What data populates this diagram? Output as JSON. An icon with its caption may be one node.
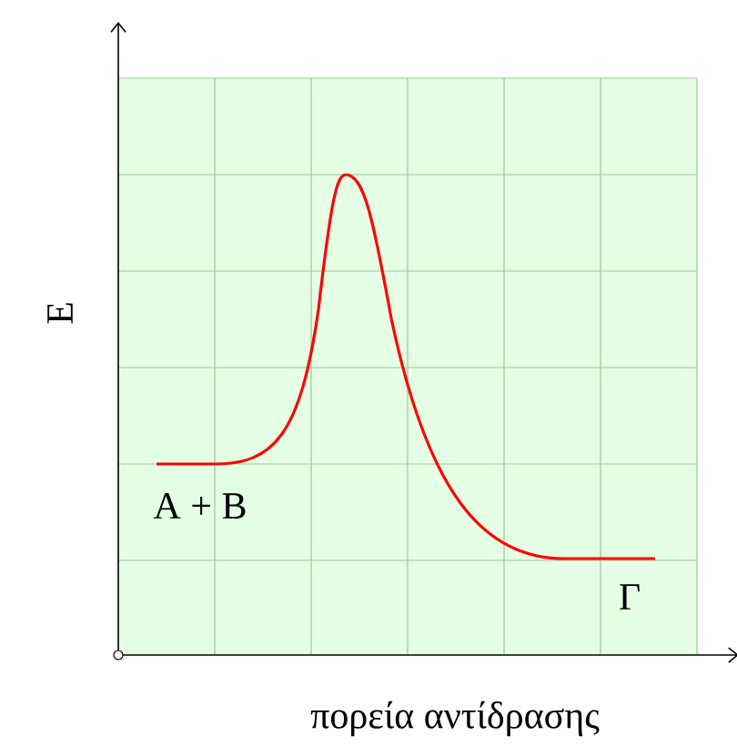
{
  "diagram": {
    "labels": [
      "E",
      "Α + Β",
      "Γ",
      "πορεία αντίδρασης"
    ]
  }
}
